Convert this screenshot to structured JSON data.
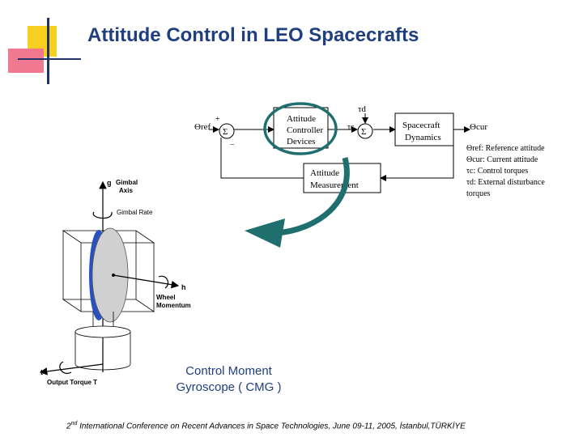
{
  "slide": {
    "title": "Attitude Control in LEO Spacecrafts",
    "caption_line1": "Control Moment",
    "caption_line2": "Gyroscope ( CMG )",
    "footer": {
      "ordinal_num": "2",
      "ordinal_sup": "nd",
      "text": " International Conference on Recent Advances in Space Technologies, June 09-11, 2005, İstanbul,TÜRKİYE"
    }
  },
  "block_diagram": {
    "theta_ref": "Θref",
    "plus": "+",
    "minus": "−",
    "sum": "Σ",
    "controller": [
      "Attitude",
      "Controller",
      "Devices"
    ],
    "tau_d": "τd",
    "tau_c": "τc",
    "dynamics": [
      "Spacecraft",
      "Dynamics"
    ],
    "theta_cur": "Θcur",
    "measurement": [
      "Attitude",
      "Measurement"
    ],
    "legend": [
      "Θref: Reference attitude",
      "Θcur: Current attitude",
      "τc: Control torques",
      "τd: External disturbance",
      "torques"
    ]
  },
  "gyro": {
    "gimbal_g": "g",
    "gimbal_axis": [
      "Gimbal",
      "Axis"
    ],
    "gimbal_rate": "Gimbal Rate",
    "h": "h",
    "wheel_momentum": [
      "Wheel",
      "Momentum"
    ],
    "t": "t",
    "output_torque": "Output Torque T"
  },
  "colors": {
    "title": "#1f3f7f",
    "arrow": "#1f6f6f",
    "wheel_blue": "#2a52be",
    "deco_yellow": "#f5d020",
    "deco_pink": "#f07890",
    "deco_line": "#223366"
  }
}
